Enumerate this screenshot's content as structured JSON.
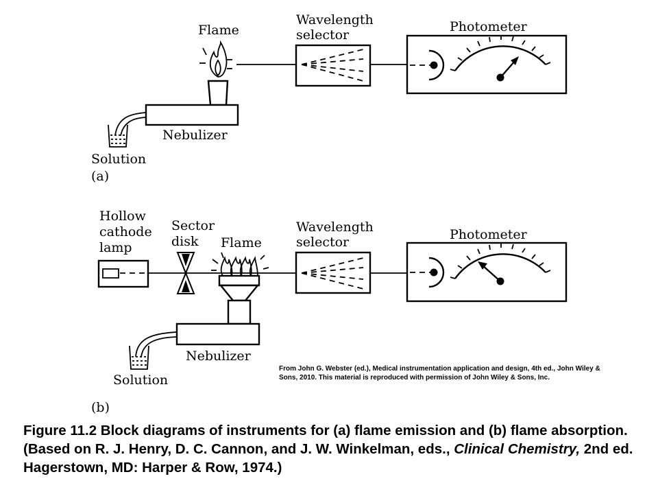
{
  "diagram_a": {
    "tag": "(a)",
    "flame": "Flame",
    "wavelength_selector": [
      "Wavelength",
      "selector"
    ],
    "photometer": "Photometer",
    "nebulizer": "Nebulizer",
    "solution": "Solution"
  },
  "diagram_b": {
    "tag": "(b)",
    "lamp": [
      "Hollow",
      "cathode",
      "lamp"
    ],
    "sector_disk": [
      "Sector",
      "disk"
    ],
    "flame": "Flame",
    "wavelength_selector": [
      "Wavelength",
      "selector"
    ],
    "photometer": "Photometer",
    "nebulizer": "Nebulizer",
    "solution": "Solution"
  },
  "credit": [
    "From John G. Webster (ed.), Medical instrumentation application and design, 4th ed., John Wiley &",
    "Sons, 2010. This material is reproduced with permission of John Wiley & Sons, Inc."
  ],
  "caption": {
    "part1": "Figure 11.2    Block diagrams of instruments for (a) flame emission and (b) flame absorption. (Based on R. J. Henry, D. C. Cannon, and J. W. Winkelman, eds., ",
    "italic": "Clinical Chemistry,",
    "part2": " 2nd ed. Hagerstown, MD: Harper & Row, 1974.)"
  }
}
